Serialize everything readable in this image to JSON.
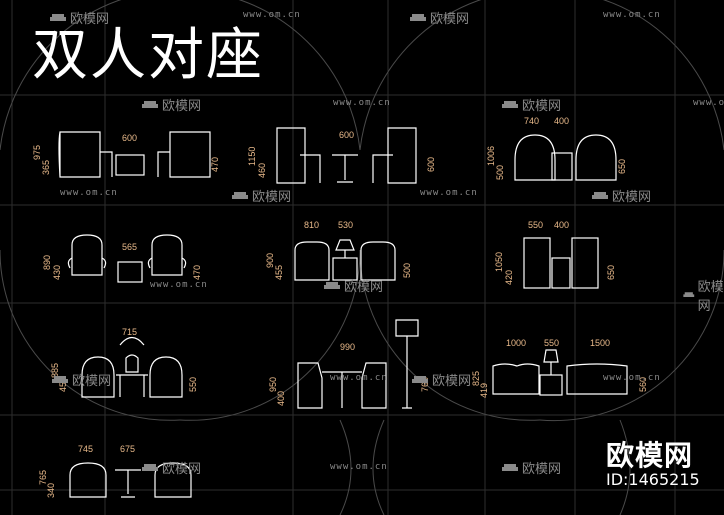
{
  "title": "双人对座",
  "watermark": {
    "url": "www.om.cn",
    "brand": "欧模网",
    "sofa_icon": "sofa-icon"
  },
  "badge": {
    "brand": "欧模网",
    "id": "ID:1465215"
  },
  "colors": {
    "background": "#000000",
    "lines": "#ffffff",
    "dimension_text": "#e8b98a",
    "watermark": "#8a8a8a",
    "grid": "#333333"
  },
  "sets": [
    {
      "id": "set-1",
      "row": 1,
      "col": 1,
      "width_dims": [
        "600"
      ],
      "height_dims": [
        "975",
        "365",
        "470"
      ]
    },
    {
      "id": "set-2",
      "row": 1,
      "col": 2,
      "width_dims": [
        "600"
      ],
      "height_dims": [
        "1150",
        "460",
        "600"
      ]
    },
    {
      "id": "set-3",
      "row": 1,
      "col": 3,
      "width_dims": [
        "740",
        "400"
      ],
      "height_dims": [
        "1006",
        "500",
        "650"
      ]
    },
    {
      "id": "set-4",
      "row": 2,
      "col": 1,
      "width_dims": [
        "565"
      ],
      "height_dims": [
        "890",
        "430",
        "470"
      ]
    },
    {
      "id": "set-5",
      "row": 2,
      "col": 2,
      "width_dims": [
        "810",
        "530"
      ],
      "height_dims": [
        "900",
        "455",
        "500"
      ]
    },
    {
      "id": "set-6",
      "row": 2,
      "col": 3,
      "width_dims": [
        "550",
        "400"
      ],
      "height_dims": [
        "1050",
        "420",
        "650"
      ]
    },
    {
      "id": "set-7",
      "row": 3,
      "col": 1,
      "width_dims": [
        "715"
      ],
      "height_dims": [
        "885",
        "450",
        "550"
      ]
    },
    {
      "id": "set-8",
      "row": 3,
      "col": 2,
      "width_dims": [
        "990"
      ],
      "height_dims": [
        "950",
        "400",
        "760"
      ]
    },
    {
      "id": "set-9",
      "row": 3,
      "col": 3,
      "width_dims": [
        "1000",
        "550",
        "1500"
      ],
      "height_dims": [
        "825",
        "419",
        "560"
      ]
    },
    {
      "id": "set-10",
      "row": 4,
      "col": 1,
      "width_dims": [
        "745",
        "675"
      ],
      "height_dims": [
        "765",
        "340"
      ]
    }
  ]
}
